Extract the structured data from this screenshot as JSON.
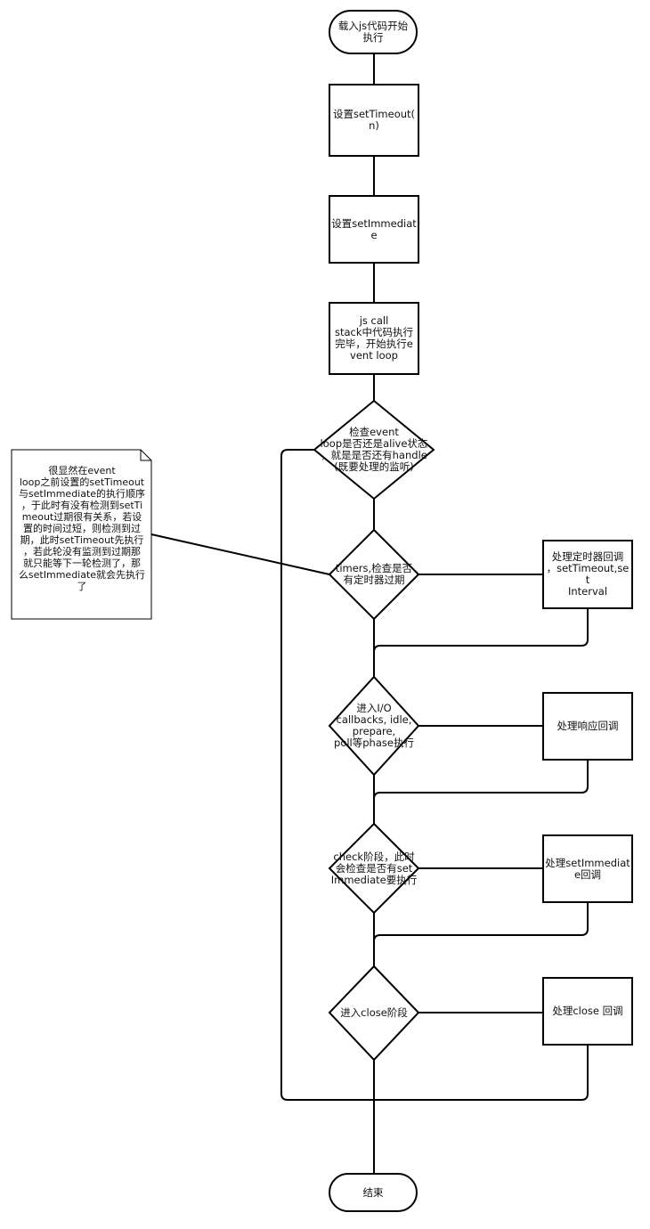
{
  "diagram": {
    "nodes": {
      "start": "载入js代码开始\n执行",
      "set_timeout": "设置setTimeout(\nn)",
      "set_immediate": "设置setImmediate",
      "js_call_stack": "js call\nstack中代码执行\n完毕，开始执行e\nvent loop",
      "check_alive": "检查event\nloop是否还是alive状态\n，就是是否还有handle\n(既要处理的监听)",
      "timers": "timers,检查是否\n有定时器过期",
      "handle_timers": "处理定时器回调\n，setTimeout,set\nInterval",
      "io_callbacks": "进入I/O\ncallbacks, idle,\nprepare,\npoll等phase执行",
      "handle_io": "处理响应回调",
      "check_phase": "check阶段，此时\n会检查是否有set\nImmediate要执行",
      "handle_immediate": "处理setImmediat\ne回调",
      "close_phase": "进入close阶段",
      "handle_close": "处理close 回调",
      "end": "结束"
    },
    "note": "很显然在event\nloop之前设置的setTimeout\n与setImmediate的执行顺序\n，于此时有没有检测到setTi\nmeout过期很有关系，若设\n置的时间过短，则检测到过\n期，此时setTimeout先执行\n，若此轮没有监测到过期那\n就只能等下一轮检测了，那\n么setImmediate就会先执行\n了",
    "colors": {
      "stroke": "#000000",
      "fill": "#ffffff",
      "text": "#111111"
    }
  }
}
